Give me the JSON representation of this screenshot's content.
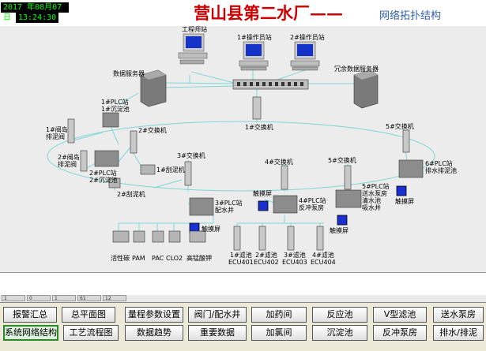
{
  "header": {
    "date": "2017 年08月07日",
    "time": "13:24:30",
    "title": "营山县第二水厂",
    "dash": "——",
    "subtitle": "网络拓扑结构"
  },
  "nodes": {
    "engineer_station": "工程师站",
    "operator1": "1#操作员站",
    "operator2": "2#操作员站",
    "data_server": "数据服务器",
    "redundant_server": "冗余数据服务器",
    "plc1_line1": "1#PLC站",
    "plc1_line2": "1#沉淀池",
    "switch1": "1#交换机",
    "switch2": "2#交换机",
    "switch3": "3#交换机",
    "switch4": "4#交换机",
    "switch5_a": "5#交换机",
    "switch5_b": "5#交换机",
    "valve_island1_line1": "1#阀岛",
    "valve_island1_line2": "排泥阀",
    "valve_island2_line1": "2#阀岛",
    "valve_island2_line2": "排泥阀",
    "plc2_line1": "2#PLC站",
    "plc2_line2": "2#沉淀池",
    "scraper1": "1#刮泥机",
    "scraper2": "2#刮泥机",
    "plc3_line1": "3#PLC站",
    "plc3_line2": "配水井",
    "touch1": "触摸屏",
    "touch2": "触摸屏",
    "touch3": "触摸屏",
    "touch4": "触摸屏",
    "plc4_line1": "4#PLC站",
    "plc4_line2": "反冲泵房",
    "plc5_line1": "5#PLC站",
    "plc5_line2": "送水泵房",
    "plc5_line3": "清水池",
    "plc5_line4": "吸水井",
    "plc6_line1": "6#PLC站",
    "plc6_line2": "排水排泥池",
    "dosing": [
      "活性碳",
      "PAM",
      "PAC",
      "CLO2",
      "高锰酸钾"
    ],
    "filter_names": [
      "1#滤池",
      "2#滤池",
      "3#滤池",
      "4#滤池"
    ],
    "filter_ecus": [
      "ECU401",
      "ECU402",
      "ECU403",
      "ECU404"
    ]
  },
  "status": [
    "1",
    "0",
    "1",
    "61",
    "12"
  ],
  "nav": {
    "row1": [
      "报警汇总",
      "总平面图",
      "量程参数设置",
      "阀门/配水井",
      "加药间",
      "反应池",
      "V型滤池",
      "送水泵房"
    ],
    "row2": [
      "系统网络结构",
      "工艺流程图",
      "数据趋势",
      "重要数据",
      "加氯间",
      "沉淀池",
      "反冲泵房",
      "排水/排泥"
    ],
    "active": "系统网络结构"
  },
  "colors": {
    "title": "#cc0000",
    "subtitle": "#2f5fb0",
    "link": "#7fd6d6",
    "touch_screen": "#1a2fd0",
    "clock_text": "#00ff00"
  }
}
